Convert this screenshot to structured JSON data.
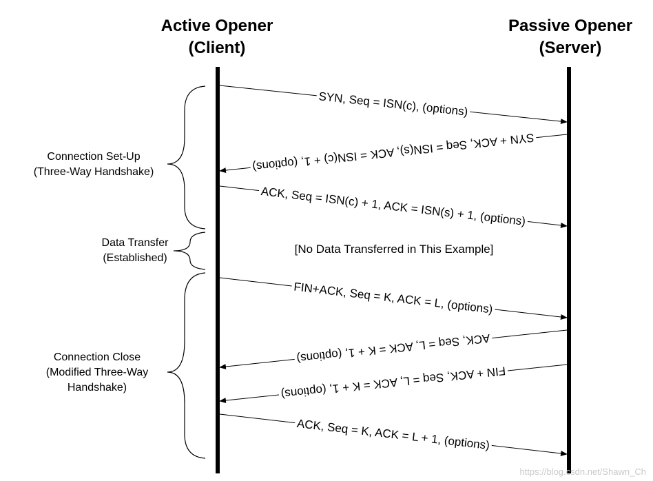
{
  "headers": {
    "client": [
      "Active Opener",
      "(Client)"
    ],
    "server": [
      "Passive Opener",
      "(Server)"
    ]
  },
  "phases": {
    "setup": [
      "Connection Set-Up",
      "(Three-Way Handshake)"
    ],
    "data": [
      "Data Transfer",
      "(Established)"
    ],
    "close": [
      "Connection Close",
      "(Modified Three-Way",
      "Handshake)"
    ]
  },
  "note": "[No Data Transferred in This Example]",
  "messages": [
    {
      "dir": "c2s",
      "text": "SYN, Seq = ISN(c), (options)"
    },
    {
      "dir": "s2c",
      "text": "SYN + ACK, Seq = ISN(s), ACK = ISN(c) + 1, (options)"
    },
    {
      "dir": "c2s",
      "text": "ACK, Seq = ISN(c) + 1, ACK = ISN(s) + 1, (options)"
    },
    {
      "dir": "c2s",
      "text": "FIN+ACK, Seq = K, ACK = L, (options)"
    },
    {
      "dir": "s2c",
      "text": "ACK, Seq = L, ACK = K + 1, (options)"
    },
    {
      "dir": "s2c",
      "text": "FIN + ACK, Seq = L, ACK = K + 1, (options)"
    },
    {
      "dir": "c2s",
      "text": "ACK, Seq = K, ACK = L + 1, (options)"
    }
  ],
  "watermark": "https://blog.csdn.net/Shawn_Ch"
}
